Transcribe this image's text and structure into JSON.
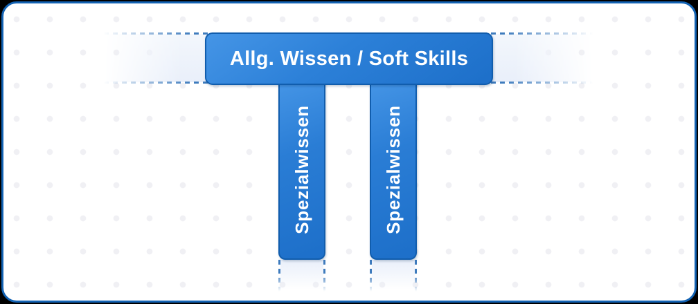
{
  "diagram": {
    "title_bar": {
      "label": "Allg. Wissen / Soft Skills"
    },
    "columns": [
      {
        "label": "Spezialwissen"
      },
      {
        "label": "Spezialwissen"
      }
    ],
    "colors": {
      "bar_gradient_start": "#4595e6",
      "bar_gradient_end": "#1d6fc9",
      "bar_border": "#115dad",
      "dashed_line": "#3e7bbd",
      "band_fill": "#e9effa",
      "container_border": "#1363b4",
      "canvas_background": "#ffffff",
      "dot_grid": "#f0f0f4",
      "label_text": "#ffffff",
      "page_background": "#000000"
    }
  }
}
